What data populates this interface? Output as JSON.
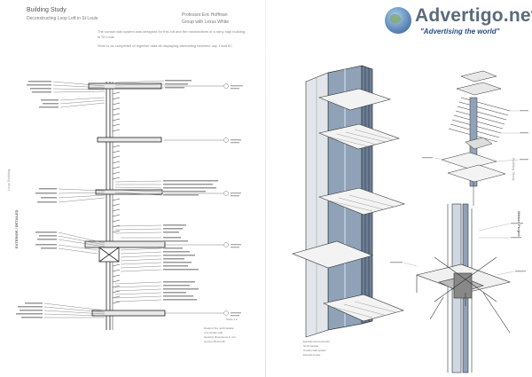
{
  "left_page": {
    "title": "Building Study",
    "subtitle": "Deconstructing Loop Loft in St Louis",
    "authors": [
      "Professor Eric Hoffman",
      "Group with Lexus White"
    ],
    "intro": [
      "The curtain wall system was designed for this loft and the mechanisms of a rainy high building in St Louis.",
      "Work is as completed of together data all displaying alternating between day 1 and 87."
    ],
    "side_label_top": "Loop Building",
    "side_label_bottom": "EXTERIOR / DETAILED",
    "scale_note": "Scale 1:2",
    "caption": [
      "Detail of the north facade",
      "of a curtain wall",
      "showing dimensions in mm",
      "at level 45 and 46"
    ]
  },
  "right_page": {
    "side_label_top": "Building Study",
    "side_label_bottom": "Wicked Project",
    "caption": [
      "Exploded Axonometric",
      "North facade",
      "Curtain wall system",
      "Exploded view"
    ]
  },
  "watermark": {
    "name": "Advertigo.net",
    "tagline": "\"Advertising  the world\""
  }
}
